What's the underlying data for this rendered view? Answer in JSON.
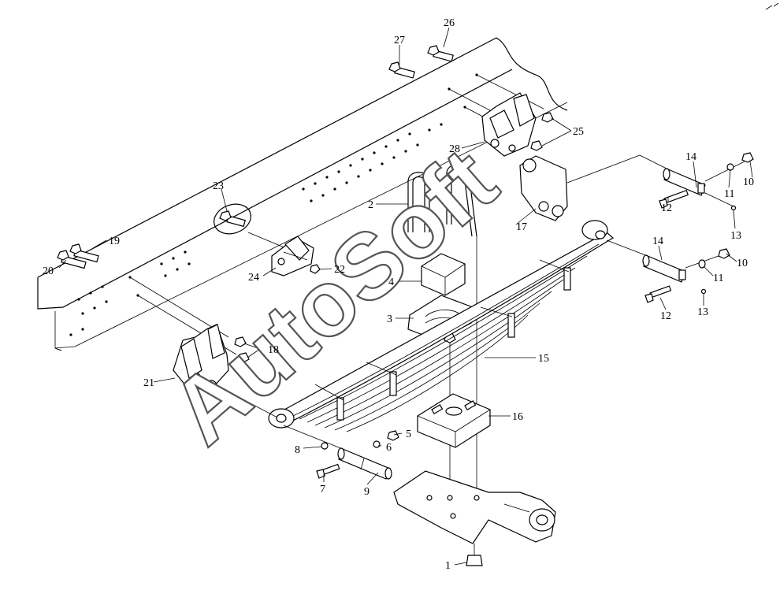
{
  "watermark": "AutoSoft",
  "callouts": [
    {
      "id": "1",
      "text": "1"
    },
    {
      "id": "2",
      "text": "2"
    },
    {
      "id": "3",
      "text": "3"
    },
    {
      "id": "4",
      "text": "4"
    },
    {
      "id": "5",
      "text": "5"
    },
    {
      "id": "6",
      "text": "6"
    },
    {
      "id": "7",
      "text": "7"
    },
    {
      "id": "8",
      "text": "8"
    },
    {
      "id": "9",
      "text": "9"
    },
    {
      "id": "10a",
      "text": "10"
    },
    {
      "id": "10b",
      "text": "10"
    },
    {
      "id": "11a",
      "text": "11"
    },
    {
      "id": "11b",
      "text": "11"
    },
    {
      "id": "12a",
      "text": "12"
    },
    {
      "id": "12b",
      "text": "12"
    },
    {
      "id": "13a",
      "text": "13"
    },
    {
      "id": "13b",
      "text": "13"
    },
    {
      "id": "14a",
      "text": "14"
    },
    {
      "id": "14b",
      "text": "14"
    },
    {
      "id": "15",
      "text": "15"
    },
    {
      "id": "16",
      "text": "16"
    },
    {
      "id": "17",
      "text": "17"
    },
    {
      "id": "18",
      "text": "18"
    },
    {
      "id": "19",
      "text": "19"
    },
    {
      "id": "20",
      "text": "20"
    },
    {
      "id": "21",
      "text": "21"
    },
    {
      "id": "22",
      "text": "22"
    },
    {
      "id": "23",
      "text": "23"
    },
    {
      "id": "24",
      "text": "24"
    },
    {
      "id": "25",
      "text": "25"
    },
    {
      "id": "26",
      "text": "26"
    },
    {
      "id": "27",
      "text": "27"
    },
    {
      "id": "28",
      "text": "28"
    }
  ]
}
